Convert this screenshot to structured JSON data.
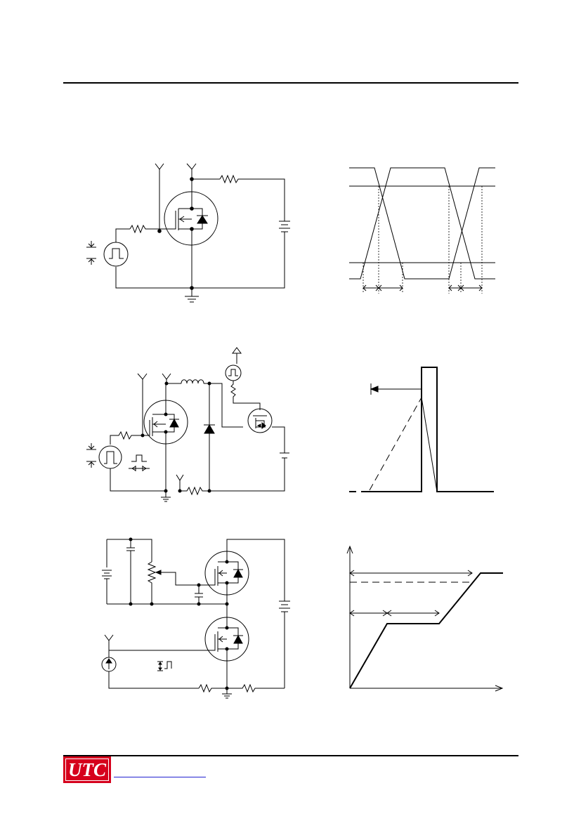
{
  "header": {},
  "figures": [
    {
      "name": "switching-test-circuit"
    },
    {
      "name": "switching-waveforms"
    },
    {
      "name": "unclamped-inductive-test-circuit"
    },
    {
      "name": "unclamped-inductive-waveforms"
    },
    {
      "name": "gate-charge-test-circuit"
    },
    {
      "name": "gate-charge-waveform"
    }
  ],
  "footer": {
    "logo_text": "UTC",
    "logo_color": "#d6001c",
    "link_color": "#2020d0"
  }
}
